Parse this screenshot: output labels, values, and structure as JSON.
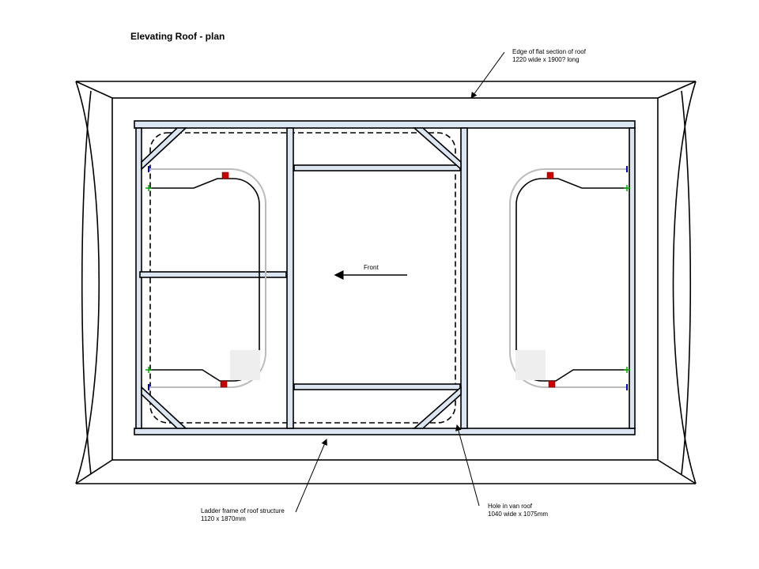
{
  "title": "Elevating Roof - plan",
  "labels": {
    "roof_edge": [
      "Edge of flat section of roof",
      "1220 wide x 1900? long"
    ],
    "front": "Front",
    "ladder_frame": [
      "Ladder frame of roof structure",
      "1120 x 1870mm"
    ],
    "hole": [
      "Hole in van roof",
      "1040 wide x 1075mm"
    ]
  },
  "colors": {
    "beam": "#dce6f2",
    "marker_red": "#cc0000",
    "marker_blue": "#0000cc",
    "marker_green": "#00aa00",
    "rail_gray": "#bbbbbb"
  }
}
